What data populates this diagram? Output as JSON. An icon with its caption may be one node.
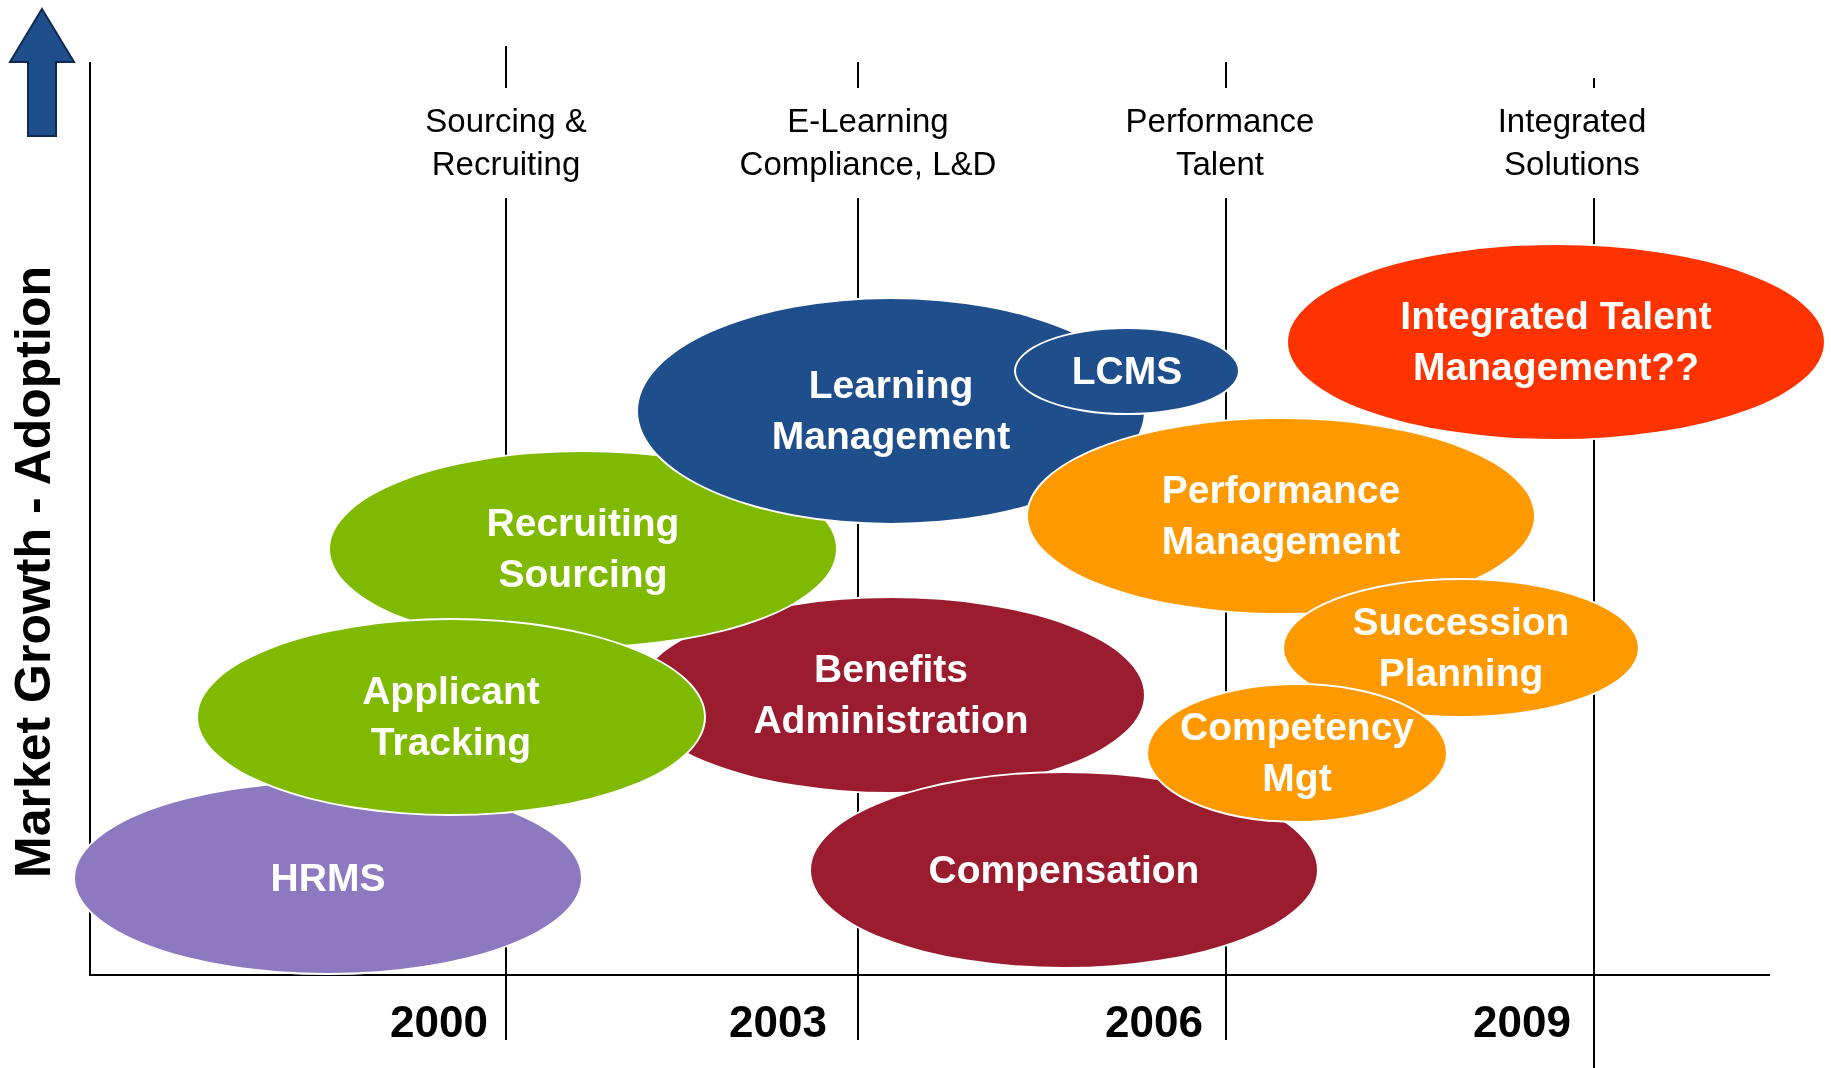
{
  "diagram": {
    "nodes": [
      {
        "text": [
          "Integrated Talent Management??"
        ]
      },
      {
        "text": [
          "Learning Management"
        ]
      },
      {
        "text": [
          "LCMS"
        ]
      },
      {
        "text": [
          "Performance Management"
        ]
      },
      {
        "text": [
          "Recruiting Sourcing"
        ]
      },
      {
        "text": [
          "Succession Planning"
        ]
      },
      {
        "text": [
          "Benefits Administration"
        ]
      },
      {
        "text": [
          "Applicant Tracking"
        ]
      },
      {
        "text": [
          "Competency Mgt"
        ]
      },
      {
        "text": [
          "Compensation"
        ]
      },
      {
        "text": [
          "HRMS"
        ]
      }
    ],
    "labels": [
      "Sourcing & Recruiting",
      "E-Learning Compliance, L&D",
      "Performance Talent",
      "Integrated Solutions",
      "Market Growth - Adoption",
      "2000",
      "2003",
      "2006",
      "2009"
    ]
  }
}
